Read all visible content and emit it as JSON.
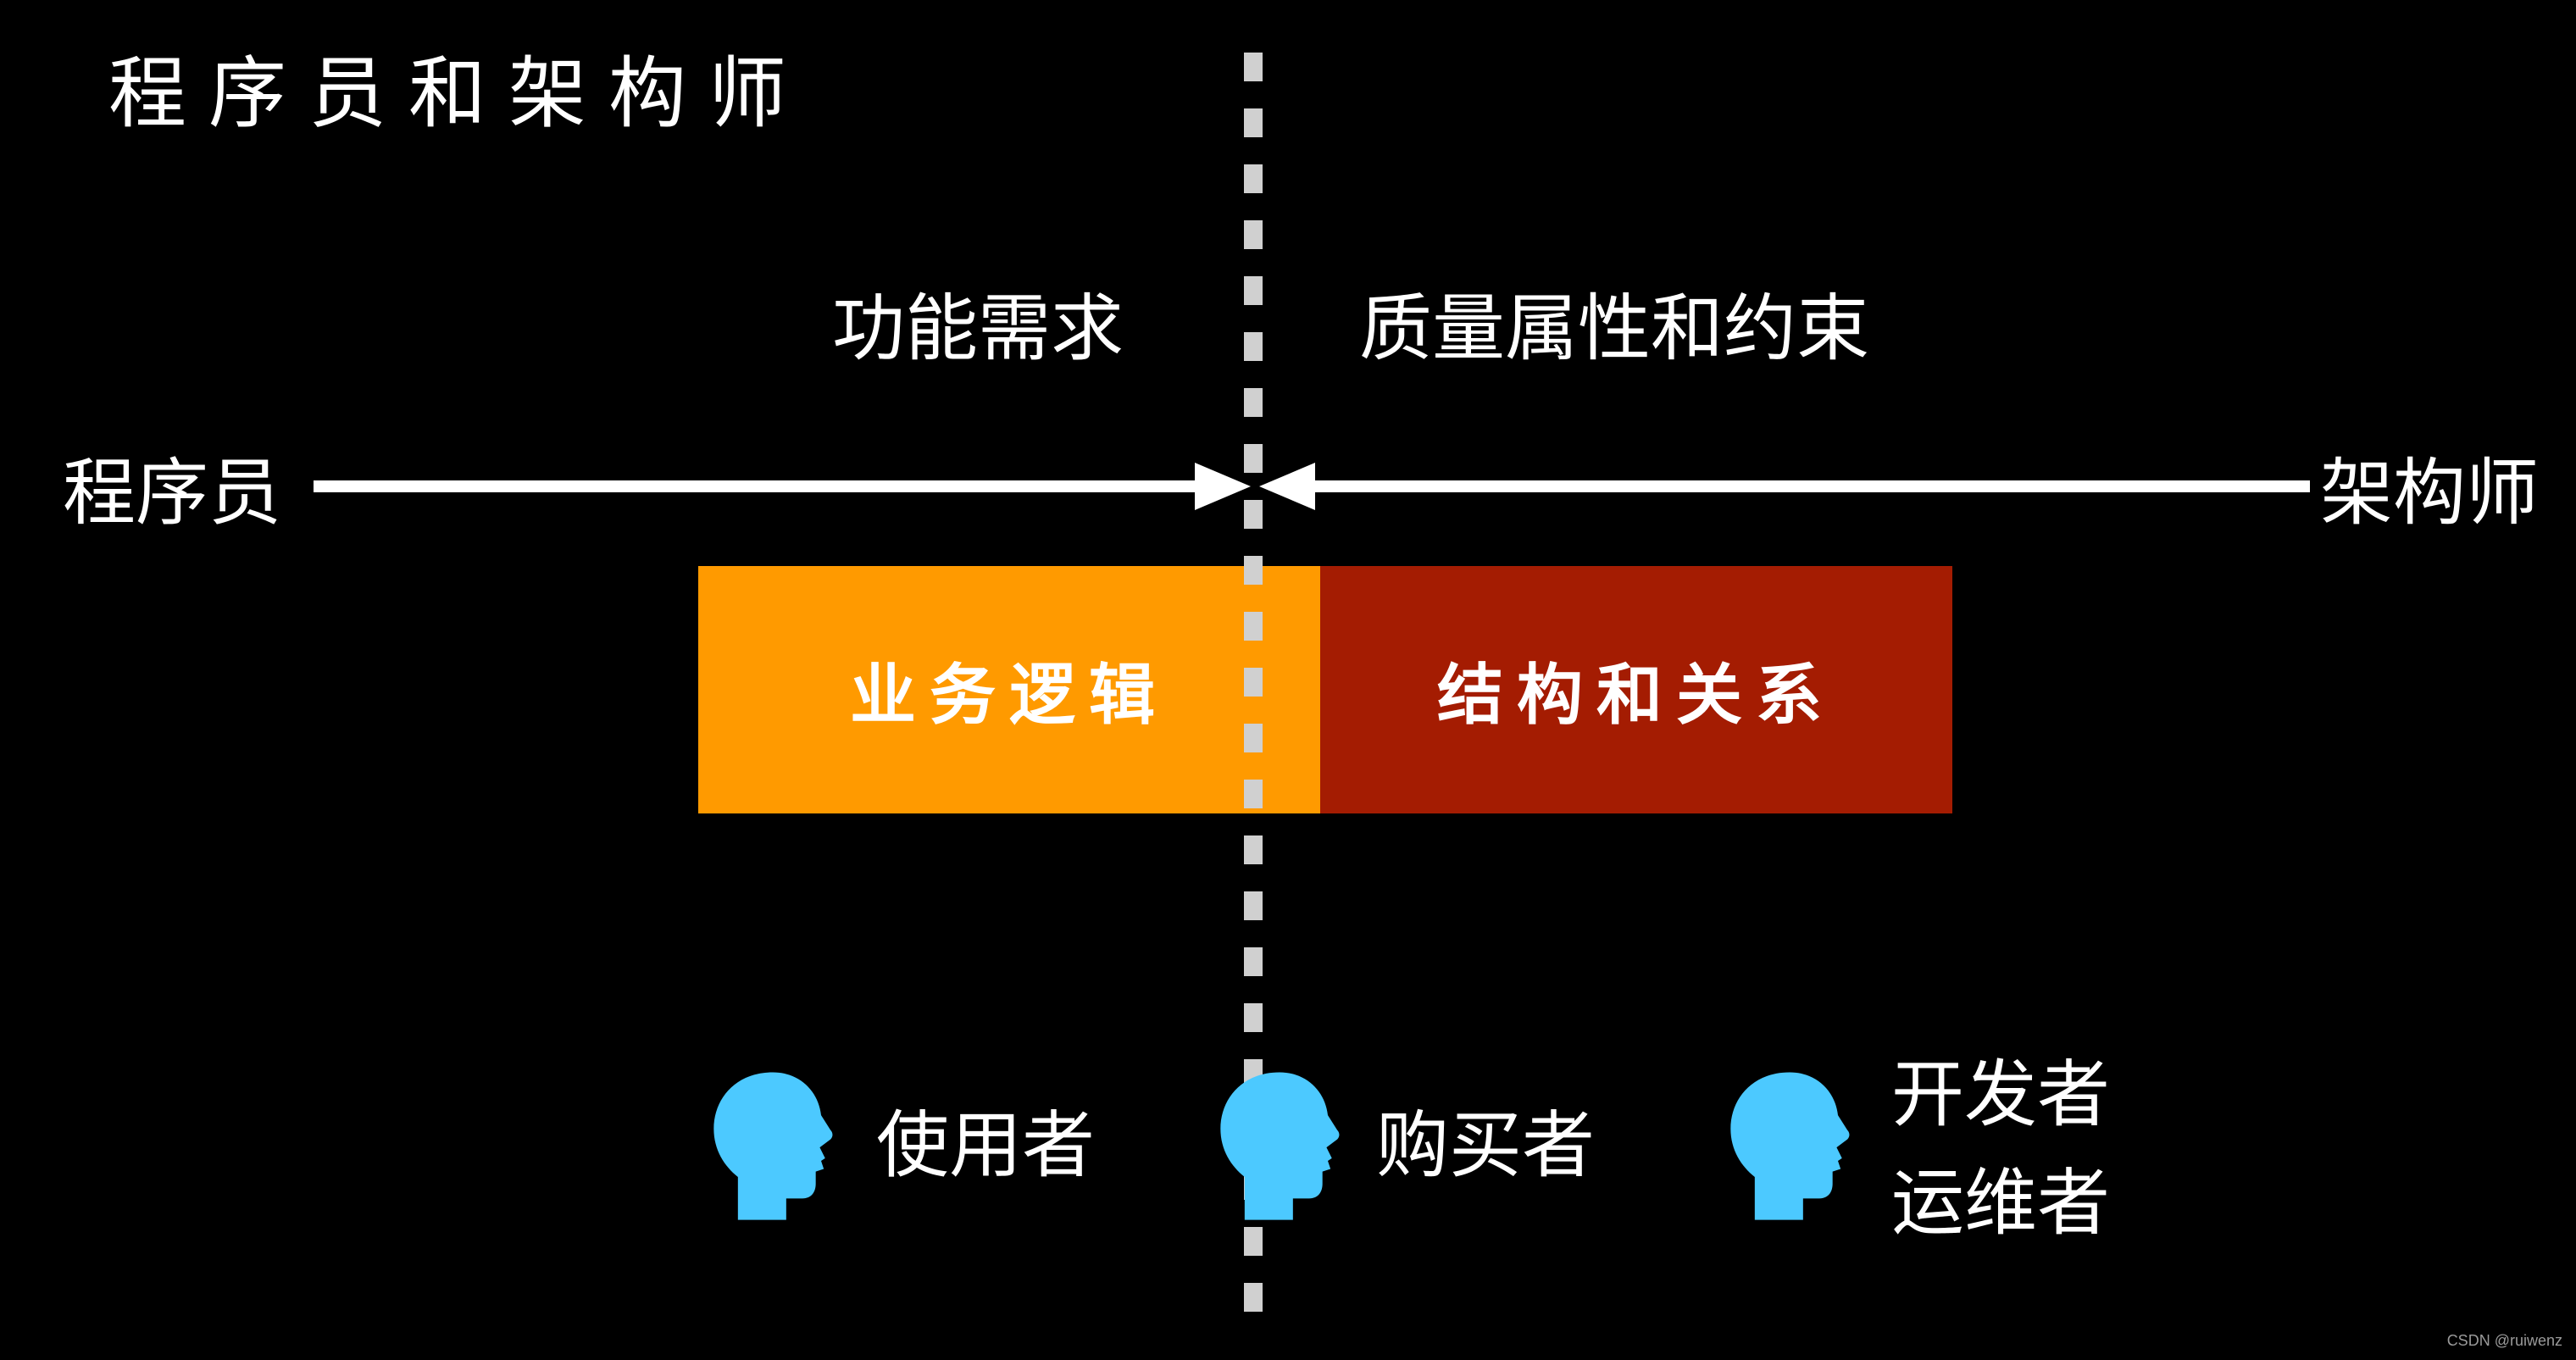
{
  "title": "程序员和架构师",
  "columns": {
    "left_heading": "功能需求",
    "right_heading": "质量属性和约束"
  },
  "spectrum": {
    "left_label": "程序员",
    "right_label": "架构师"
  },
  "boxes": {
    "left": {
      "label": "业务逻辑",
      "color": "#ff9a00"
    },
    "right": {
      "label": "结构和关系",
      "color": "#a41c02"
    }
  },
  "roles": [
    {
      "label": "使用者",
      "icon": "head-icon"
    },
    {
      "label": "购买者",
      "icon": "head-icon"
    },
    {
      "label_line1": "开发者",
      "label_line2": "运维者",
      "icon": "head-icon"
    }
  ],
  "colors": {
    "background": "#000000",
    "text": "#ffffff",
    "icon": "#4cc9ff",
    "divider": "#d0d0d0"
  },
  "watermark": "CSDN @ruiwenz"
}
